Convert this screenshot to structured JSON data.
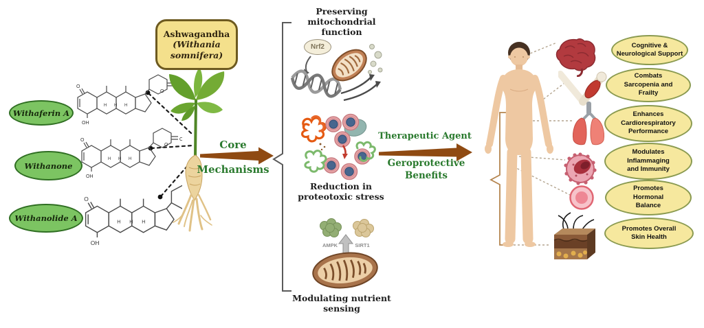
{
  "diagram": {
    "plant_title": {
      "lines": [
        "Ashwagandha",
        "(Withania",
        "somnifera)"
      ]
    },
    "compounds": [
      {
        "label": "Withaferin A"
      },
      {
        "label": "Withanone"
      },
      {
        "label": "Withanolide A"
      }
    ],
    "chem": {
      "o": "O",
      "oh": "OH",
      "h": "H"
    },
    "core": {
      "line1": "Core",
      "line2": "Mechanisms"
    },
    "mechanisms": {
      "m1": {
        "lines": [
          "Preserving",
          "mitochondrial",
          "function"
        ],
        "molecule": "Nrf2"
      },
      "m2": {
        "lines": [
          "Reduction in",
          "proteotoxic stress"
        ]
      },
      "m3": {
        "lines": [
          "Modulating nutrient",
          "sensing"
        ],
        "ampk": "AMPK",
        "sirt1": "SIRT1"
      }
    },
    "transition": {
      "agent": "Therapeutic Agent",
      "benefit_lines": [
        "Geroprotective",
        "Benefits"
      ]
    },
    "benefits": [
      {
        "lines": [
          "Cognitive &",
          "Neurological Support"
        ]
      },
      {
        "lines": [
          "Combats",
          "Sarcopenia and",
          "Frailty"
        ]
      },
      {
        "lines": [
          "Enhances",
          "Cardiorespiratory",
          "Performance"
        ]
      },
      {
        "lines": [
          "Modulates",
          "Inflammaging",
          "and Immunity"
        ]
      },
      {
        "lines": [
          "Promotes",
          "Hormonal",
          "Balance"
        ]
      },
      {
        "lines": [
          "Promotes Overall",
          "Skin Health"
        ]
      }
    ],
    "colors": {
      "green_text": "#2a7a2e",
      "arrow_brown": "#8f4a12",
      "compound_oval_fill": "#7cc462",
      "compound_oval_border": "#2f6e22",
      "title_box_fill": "#f4e08c",
      "title_box_border": "#6d5a20",
      "benefit_oval_fill": "#f6e89e",
      "benefit_oval_border": "#8a9a50"
    },
    "icons": [
      "plant-icon",
      "chemical-structure-icon",
      "nrf2-badge",
      "dna-helix-icon",
      "mitochondria-icon",
      "cell-cluster-icon",
      "protein-aggregate-icon",
      "ampk-protein-icon",
      "sirt1-protein-icon",
      "human-body-icon",
      "brain-icon",
      "muscle-arm-icon",
      "lungs-icon",
      "immune-cell-icon",
      "hormone-cell-icon",
      "skin-layers-icon"
    ]
  }
}
